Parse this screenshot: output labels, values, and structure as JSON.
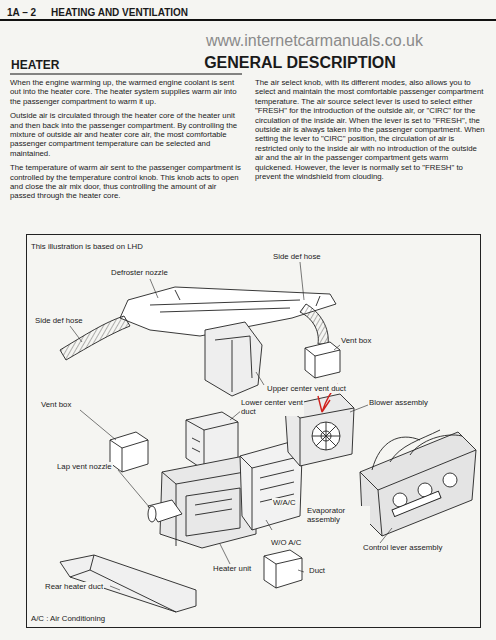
{
  "diagram": {
    "title": "GENERAL DESCRIPTION",
    "nodes": [
      {
        "text": [
          "This illustration is based on LHD"
        ]
      }
    ],
    "labels": [
      "1A – 2",
      "HEATING AND VENTILATION",
      "www.internetcarmanuals.co.uk",
      "HEATER",
      "When the engine warming up, the warmed engine coolant is sent out into the heater core. The heater system supplies warm air into the passenger compartment to warm it up.",
      "Outside air is circulated through the heater core of the heater unit and then back into the passenger compartment. By controlling the mixture of outside air and heater core air, the most comfortable passenger compartment temperature can be selected and maintained.",
      "The temperature of warm air sent to the passenger compartment is controlled by the temperature control knob. This knob acts to open and close the air mix door, thus controlling the amount of air passed through the heater core.",
      "The air select knob, with its different modes, also allows you to select and maintain the most comfortable passenger compartment temperature. The air source select lever is used to select either \"FRESH\" for the introduction of the outside air, or \"CIRC\" for the circulation of the inside air. When the lever is set to \"FRESH\", the outside air is always taken into the passenger compartment. When setting the lever to \"CIRC\" position, the circulation of air is restricted only to the inside air with no introduction of the outside air and the air in the passenger compartment gets warm quickened. However, the lever is normally set to \"FRESH\" to prevent the windshield from clouding.",
      "Defroster nozzle",
      "Side def hose",
      "Side def hose",
      "Vent box",
      "Upper center vent duct",
      "Vent box",
      "Lower center vent duct",
      "Blower assembly",
      "Lap vent nozzle",
      "W/A/C",
      "Evaporator assembly",
      "W/O A/C",
      "Duct",
      "Control lever assembly",
      "Heater unit",
      "Rear heater duct",
      "A/C : Air Conditioning"
    ]
  }
}
